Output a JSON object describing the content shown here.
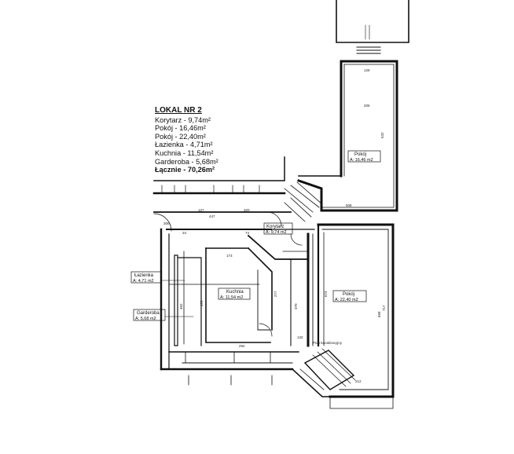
{
  "legend": {
    "title": "LOKAL NR 2",
    "items": [
      "Korytarz - 9,74m²",
      "Pokój - 16,46m²",
      "Pokój - 22,40m²",
      "Łazienka - 4,71m²",
      "Kuchnia - 11,54m²",
      "Garderoba - 5,68m²"
    ],
    "total": "Łącznie - 70,26m²"
  },
  "rooms": {
    "pokoj_small": {
      "name": "Pokój",
      "area": "A: 16,46 m2"
    },
    "korytarz": {
      "name": "Korytarz",
      "area": "A: 9,74 m2"
    },
    "lazienka": {
      "name": "Łazienka",
      "area": "A: 4,71 m2"
    },
    "kuchnia": {
      "name": "Kuchnia",
      "area": "A: 11,54 m2"
    },
    "pokoj_large": {
      "name": "Pokój",
      "area": "A: 22,40 m2"
    },
    "garderoba": {
      "name": "Garderoba",
      "area": "A: 5,68 m2"
    }
  },
  "dimensions": {
    "d_128": "128",
    "d_205": "205",
    "d_532": "532",
    "d_508": "508",
    "d_447": "447",
    "d_320": "320",
    "d_127": "127",
    "d_300": "300",
    "d_173": "173",
    "d_292": "292",
    "d_478": "478",
    "d_462": "462",
    "d_277": "277",
    "d_370": "370",
    "d_674": "674",
    "d_717": "717",
    "d_668": "668",
    "d_212": "212",
    "d_132": "132",
    "d_34": "34",
    "d_74": "74"
  },
  "notes": {
    "pion": "Pion kanalizacyjny"
  }
}
